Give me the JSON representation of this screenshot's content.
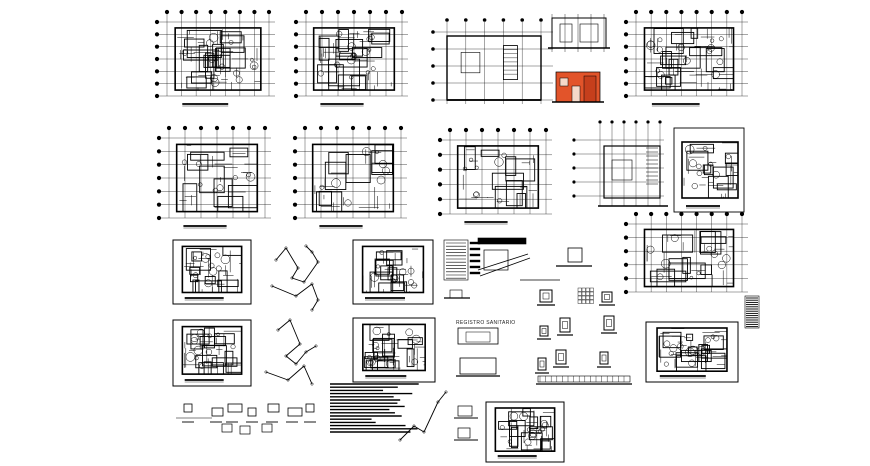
{
  "drawing": {
    "kind": "architectural CAD drawing sheet",
    "stroke_color": "#000000",
    "accent_color": "#e2542a",
    "background": "#ffffff",
    "section_label": "REGISTRO SANITARIO"
  },
  "panels": [
    {
      "name": "floor-plan-1",
      "kind": "plan"
    },
    {
      "name": "floor-plan-2",
      "kind": "plan"
    },
    {
      "name": "elevation-front",
      "kind": "elevation"
    },
    {
      "name": "section-small",
      "kind": "section"
    },
    {
      "name": "elevation-colored",
      "kind": "colored-elevation"
    },
    {
      "name": "floor-plan-3",
      "kind": "plan"
    },
    {
      "name": "structural-plan-1",
      "kind": "plan"
    },
    {
      "name": "structural-plan-2",
      "kind": "plan"
    },
    {
      "name": "structural-plan-3",
      "kind": "plan"
    },
    {
      "name": "section-2",
      "kind": "elevation"
    },
    {
      "name": "roof-plan",
      "kind": "plan"
    },
    {
      "name": "sanitary-plan-1",
      "kind": "small-plan"
    },
    {
      "name": "isometric-1",
      "kind": "isometric"
    },
    {
      "name": "sanitary-plan-2",
      "kind": "small-plan"
    },
    {
      "name": "legend-table",
      "kind": "table"
    },
    {
      "name": "details-group",
      "kind": "details"
    },
    {
      "name": "foundation-plan",
      "kind": "plan"
    },
    {
      "name": "electrical-plan-1",
      "kind": "small-plan"
    },
    {
      "name": "isometric-2",
      "kind": "isometric"
    },
    {
      "name": "electrical-plan-2",
      "kind": "small-plan"
    },
    {
      "name": "registro-details",
      "kind": "details"
    },
    {
      "name": "electrical-plan-3",
      "kind": "small-plan"
    },
    {
      "name": "notes-block",
      "kind": "notes"
    },
    {
      "name": "symbols-group",
      "kind": "symbols"
    },
    {
      "name": "bottom-plan",
      "kind": "small-plan"
    }
  ]
}
